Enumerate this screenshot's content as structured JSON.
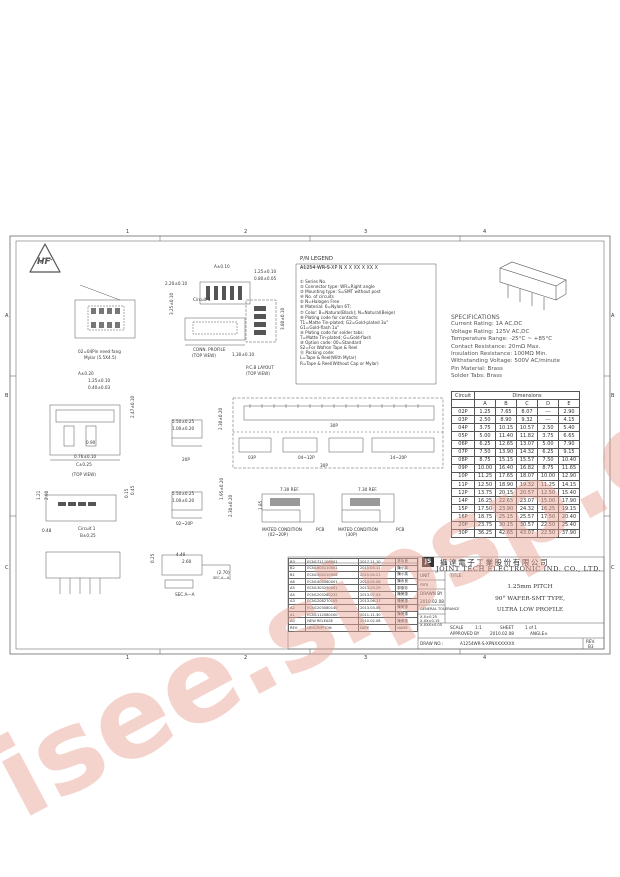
{
  "grid": {
    "top_cols": [
      "1",
      "2",
      "3",
      "4"
    ],
    "bottom_cols": [
      "1",
      "2",
      "3",
      "4"
    ],
    "left_rows": [
      "A",
      "B",
      "C"
    ],
    "right_rows": [
      "A",
      "B",
      "C"
    ]
  },
  "logo": {
    "text": "HF"
  },
  "watermark": {
    "text": "isee.sipsp.com",
    "color": "#e8a090"
  },
  "views": {
    "pad_note_1": "02=04Pin need fang",
    "pad_note_2": "Mylar (5.5X4.5)",
    "conn_profile": "CONN. PROFILE",
    "top_view_1": "(TOP VIEW)",
    "pcb_layout": "P.C.B LAYOUT",
    "top_view_2": "(TOP VIEW)",
    "top_view_3": "(TOP VIEW)",
    "circuit_1": "Circuit 1",
    "circuit_1b": "Circuit 1",
    "sec_aa": "SEC.A—A",
    "sec_aa_small": "SEC.A—A",
    "label_20p": "20P",
    "label_02_20p": "02~20P",
    "label_03p": "03P",
    "label_04_12p": "04~12P",
    "label_14_20p": "14~20P",
    "label_30p": "30P",
    "label_30p_b": "30P",
    "mated_1": "MATED CONDITION",
    "mated_1b": "(02~20P)",
    "mated_2": "MATED CONDITION",
    "mated_2b": "(30P)",
    "pcb": "PCB",
    "pcb_b": "PCB",
    "ref_1": "7.30 REF.",
    "ref_2": "7.30 REF.",
    "dims": {
      "d1": "A±0.10",
      "d2": "1.25±0.10",
      "d3": "0.80±0.05",
      "d4": "2.20±0.10",
      "d5": "3.25±0.10",
      "d6": "3.80±0.10",
      "d7": "1.30±0.10",
      "d8": "A±0.20",
      "d9": "1.25±0.10",
      "d10": "0.40±0.03",
      "d11": "2.47±0.10",
      "d12": "0.90",
      "d13": "0.76±0.10",
      "d14": "C±0.25",
      "d15": "5.50±0.25",
      "d16": "1.00±0.20",
      "d17": "2.30±0.20",
      "d18": "1.95±0.20",
      "d19": "4.40",
      "d20": "2.60",
      "d21": "0.25",
      "d22": "(2.70)",
      "d23": "1.85",
      "d24": "5.50±0.25",
      "d25": "1.00±0.20",
      "d26": "2.30±0.20",
      "d27": "0.48",
      "d28": "B±0.25",
      "d29": "0.15",
      "d30": "0.45",
      "d31": "2.90",
      "d32": "1.21"
    }
  },
  "legend": {
    "title": "P/N LEGEND",
    "code": "A1254 WR-S-XP N X X XX X XX X",
    "lines": [
      "① Series No.",
      "② Connector type: WR=Right angle",
      "③ Mounting type: S=SMT without post",
      "④ No. of circuits",
      "⑤ N=Halogen Free",
      "⑥ Material: 6=Nylon 6T;",
      "⑦ Color: B=Natural(Black); N=Natural(Beige)",
      "⑧ Plating code for contacts:",
      "   T1=Matte Tin-plated; G2=Gold-plated 3u\"",
      "   G1=Gold-flash 1u\"",
      "⑨ Plating code for solder tabs:",
      "   T=Matte Tin-plated; G=Gold-flash",
      "⑩ Option code: 00=Standard",
      "   S2=For Wafron Tape & Reel",
      "⑪ Packing code:",
      "   L=Tape & Reel(With Mylar)",
      "   R=Tape & Reel(Without Cap or Mylar)"
    ]
  },
  "specifications": {
    "title": "SPECIFICATIONS",
    "lines": [
      "Current Rating: 1A AC,DC",
      "Voltage Rating: 125V AC,DC",
      "Temperature Range: -25°C ~ +85°C",
      "Contact Resistance: 20mΩ Max.",
      "Insulation Resistance: 100MΩ Min.",
      "Withstanding Voltage: 500V AC/minute",
      "Pin Material: Brass",
      "Solder Tabs: Brass"
    ]
  },
  "dim_table": {
    "header_circuit": "Circuit",
    "header_dims": "Dimensions",
    "cols": [
      "A",
      "B",
      "C",
      "D",
      "E"
    ],
    "rows": [
      [
        "02P",
        "1.25",
        "7.65",
        "8.07",
        "---",
        "2.90"
      ],
      [
        "03P",
        "2.50",
        "8.90",
        "9.32",
        "---",
        "4.15"
      ],
      [
        "04P",
        "3.75",
        "10.15",
        "10.57",
        "2.50",
        "5.40"
      ],
      [
        "05P",
        "5.00",
        "11.40",
        "11.82",
        "3.75",
        "6.65"
      ],
      [
        "06P",
        "6.25",
        "12.65",
        "13.07",
        "5.00",
        "7.90"
      ],
      [
        "07P",
        "7.50",
        "13.90",
        "14.32",
        "6.25",
        "9.15"
      ],
      [
        "08P",
        "8.75",
        "15.15",
        "15.57",
        "7.50",
        "10.40"
      ],
      [
        "09P",
        "10.00",
        "16.40",
        "16.82",
        "8.75",
        "11.65"
      ],
      [
        "10P",
        "11.25",
        "17.65",
        "18.07",
        "10.00",
        "12.90"
      ],
      [
        "11P",
        "12.50",
        "18.90",
        "19.32",
        "11.25",
        "14.15"
      ],
      [
        "12P",
        "13.75",
        "20.15",
        "20.57",
        "12.50",
        "15.40"
      ],
      [
        "14P",
        "16.25",
        "22.65",
        "23.07",
        "15.00",
        "17.90"
      ],
      [
        "15P",
        "17.50",
        "23.90",
        "24.32",
        "16.25",
        "19.15"
      ],
      [
        "16P",
        "18.75",
        "25.15",
        "25.57",
        "17.50",
        "20.40"
      ],
      [
        "20P",
        "23.75",
        "30.15",
        "30.57",
        "22.50",
        "25.40"
      ],
      [
        "30P",
        "36.25",
        "42.65",
        "43.07",
        "22.50",
        "37.90"
      ]
    ]
  },
  "title_block": {
    "company_cn": "攝達電子工業股份有限公司",
    "company_en": "JOINT TECH ELECTRONIC IND. CO., LTD.",
    "title_label": "TITLE:",
    "product_line1": "1.25mm PITCH",
    "product_line2": "90° WAFER-SMT TYPE,",
    "product_line3": "ULTRA LOW PROFILE",
    "draw_no_label": "DRAW NO.:",
    "draw_no": "A1254WR-S-XPNXXXXXXX",
    "rev_label": "REV.",
    "rev": "B3",
    "unit_label": "UNIT",
    "unit": "mm",
    "scale_label": "SCALE",
    "scale": "1:1",
    "sheet_label": "SHEET",
    "sheet": "1 of 1",
    "drawn_label": "DRAWN BY",
    "approved_label": "APPROVED BY",
    "tolerance_label": "GENERAL TOLERANCE",
    "tol_1": "X.X±0.25",
    "tol_2": "X.XX±0.15",
    "tol_3": "X.XXX±0.05",
    "angle_label": "ANGLE±",
    "date_1": "2010.02.08",
    "date_2": "2010.02.08",
    "revisions": [
      [
        "B3",
        "ECN1711108001",
        "2017.11.10",
        "林永良"
      ],
      [
        "B2",
        "ECN1603110001",
        "2015.03.11",
        "陳小英"
      ],
      [
        "B1",
        "ECN1504210006",
        "2015.04.21",
        "陳小英"
      ],
      [
        "A6",
        "ECN1405060001",
        "2014.05.06",
        "陳永良"
      ],
      [
        "A5",
        "ECN1303290001",
        "2013.03.29",
        "郭惠珍"
      ],
      [
        "A4",
        "ECN1203280232",
        "2013.07.03",
        "陳美惠"
      ],
      [
        "A3",
        "ECN1208270105",
        "2013.06.17",
        "陳美惠"
      ],
      [
        "A2",
        "ECN1203080140",
        "2013.03.08",
        "陳美惠"
      ],
      [
        "A1",
        "ECN1112080100",
        "2011.11.30",
        "陳美惠"
      ],
      [
        "A0",
        "NEW RELEASE",
        "2010.02.08",
        "陳美惠"
      ],
      [
        "REV.",
        "DESCRIPTION",
        "DATE",
        "NAME"
      ]
    ]
  },
  "colors": {
    "line": "#555555",
    "text": "#333333",
    "watermark": "#e8a090"
  }
}
